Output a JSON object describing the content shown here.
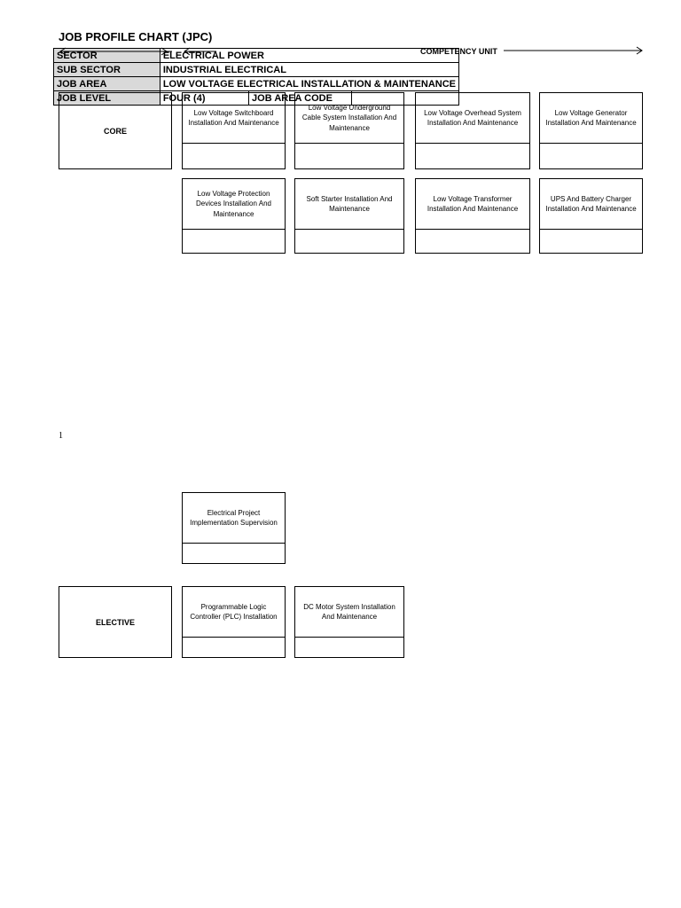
{
  "title": "JOB PROFILE CHART (JPC)",
  "header": {
    "sector_label": "SECTOR",
    "sector_value": "ELECTRICAL  POWER",
    "sub_sector_label": "SUB SECTOR",
    "sub_sector_value": "INDUSTRIAL ELECTRICAL",
    "job_area_label": "JOB AREA",
    "job_area_value": "LOW VOLTAGE ELECTRICAL INSTALLATION & MAINTENANCE",
    "job_level_label": "JOB LEVEL",
    "job_level_value": "FOUR  (4)",
    "job_area_code_label": "JOB AREA CODE",
    "job_area_code_value": ""
  },
  "competency_unit_label": "COMPETENCY UNIT",
  "core": {
    "label": "CORE",
    "units": [
      "Low Voltage Switchboard Installation And Maintenance",
      "Low Voltage Underground Cable System Installation And Maintenance",
      "Low Voltage Overhead System Installation And Maintenance",
      "Low Voltage Generator Installation And Maintenance",
      "Low Voltage Protection Devices Installation And Maintenance",
      "Soft Starter Installation And Maintenance",
      "Low Voltage Transformer Installation And Maintenance",
      "UPS And Battery Charger Installation And Maintenance"
    ]
  },
  "page_number": "1",
  "supervision_unit": "Electrical Project Implementation Supervision",
  "elective": {
    "label": "ELECTIVE",
    "units": [
      "Programmable Logic Controller (PLC) Installation",
      "DC Motor System Installation And Maintenance"
    ]
  }
}
